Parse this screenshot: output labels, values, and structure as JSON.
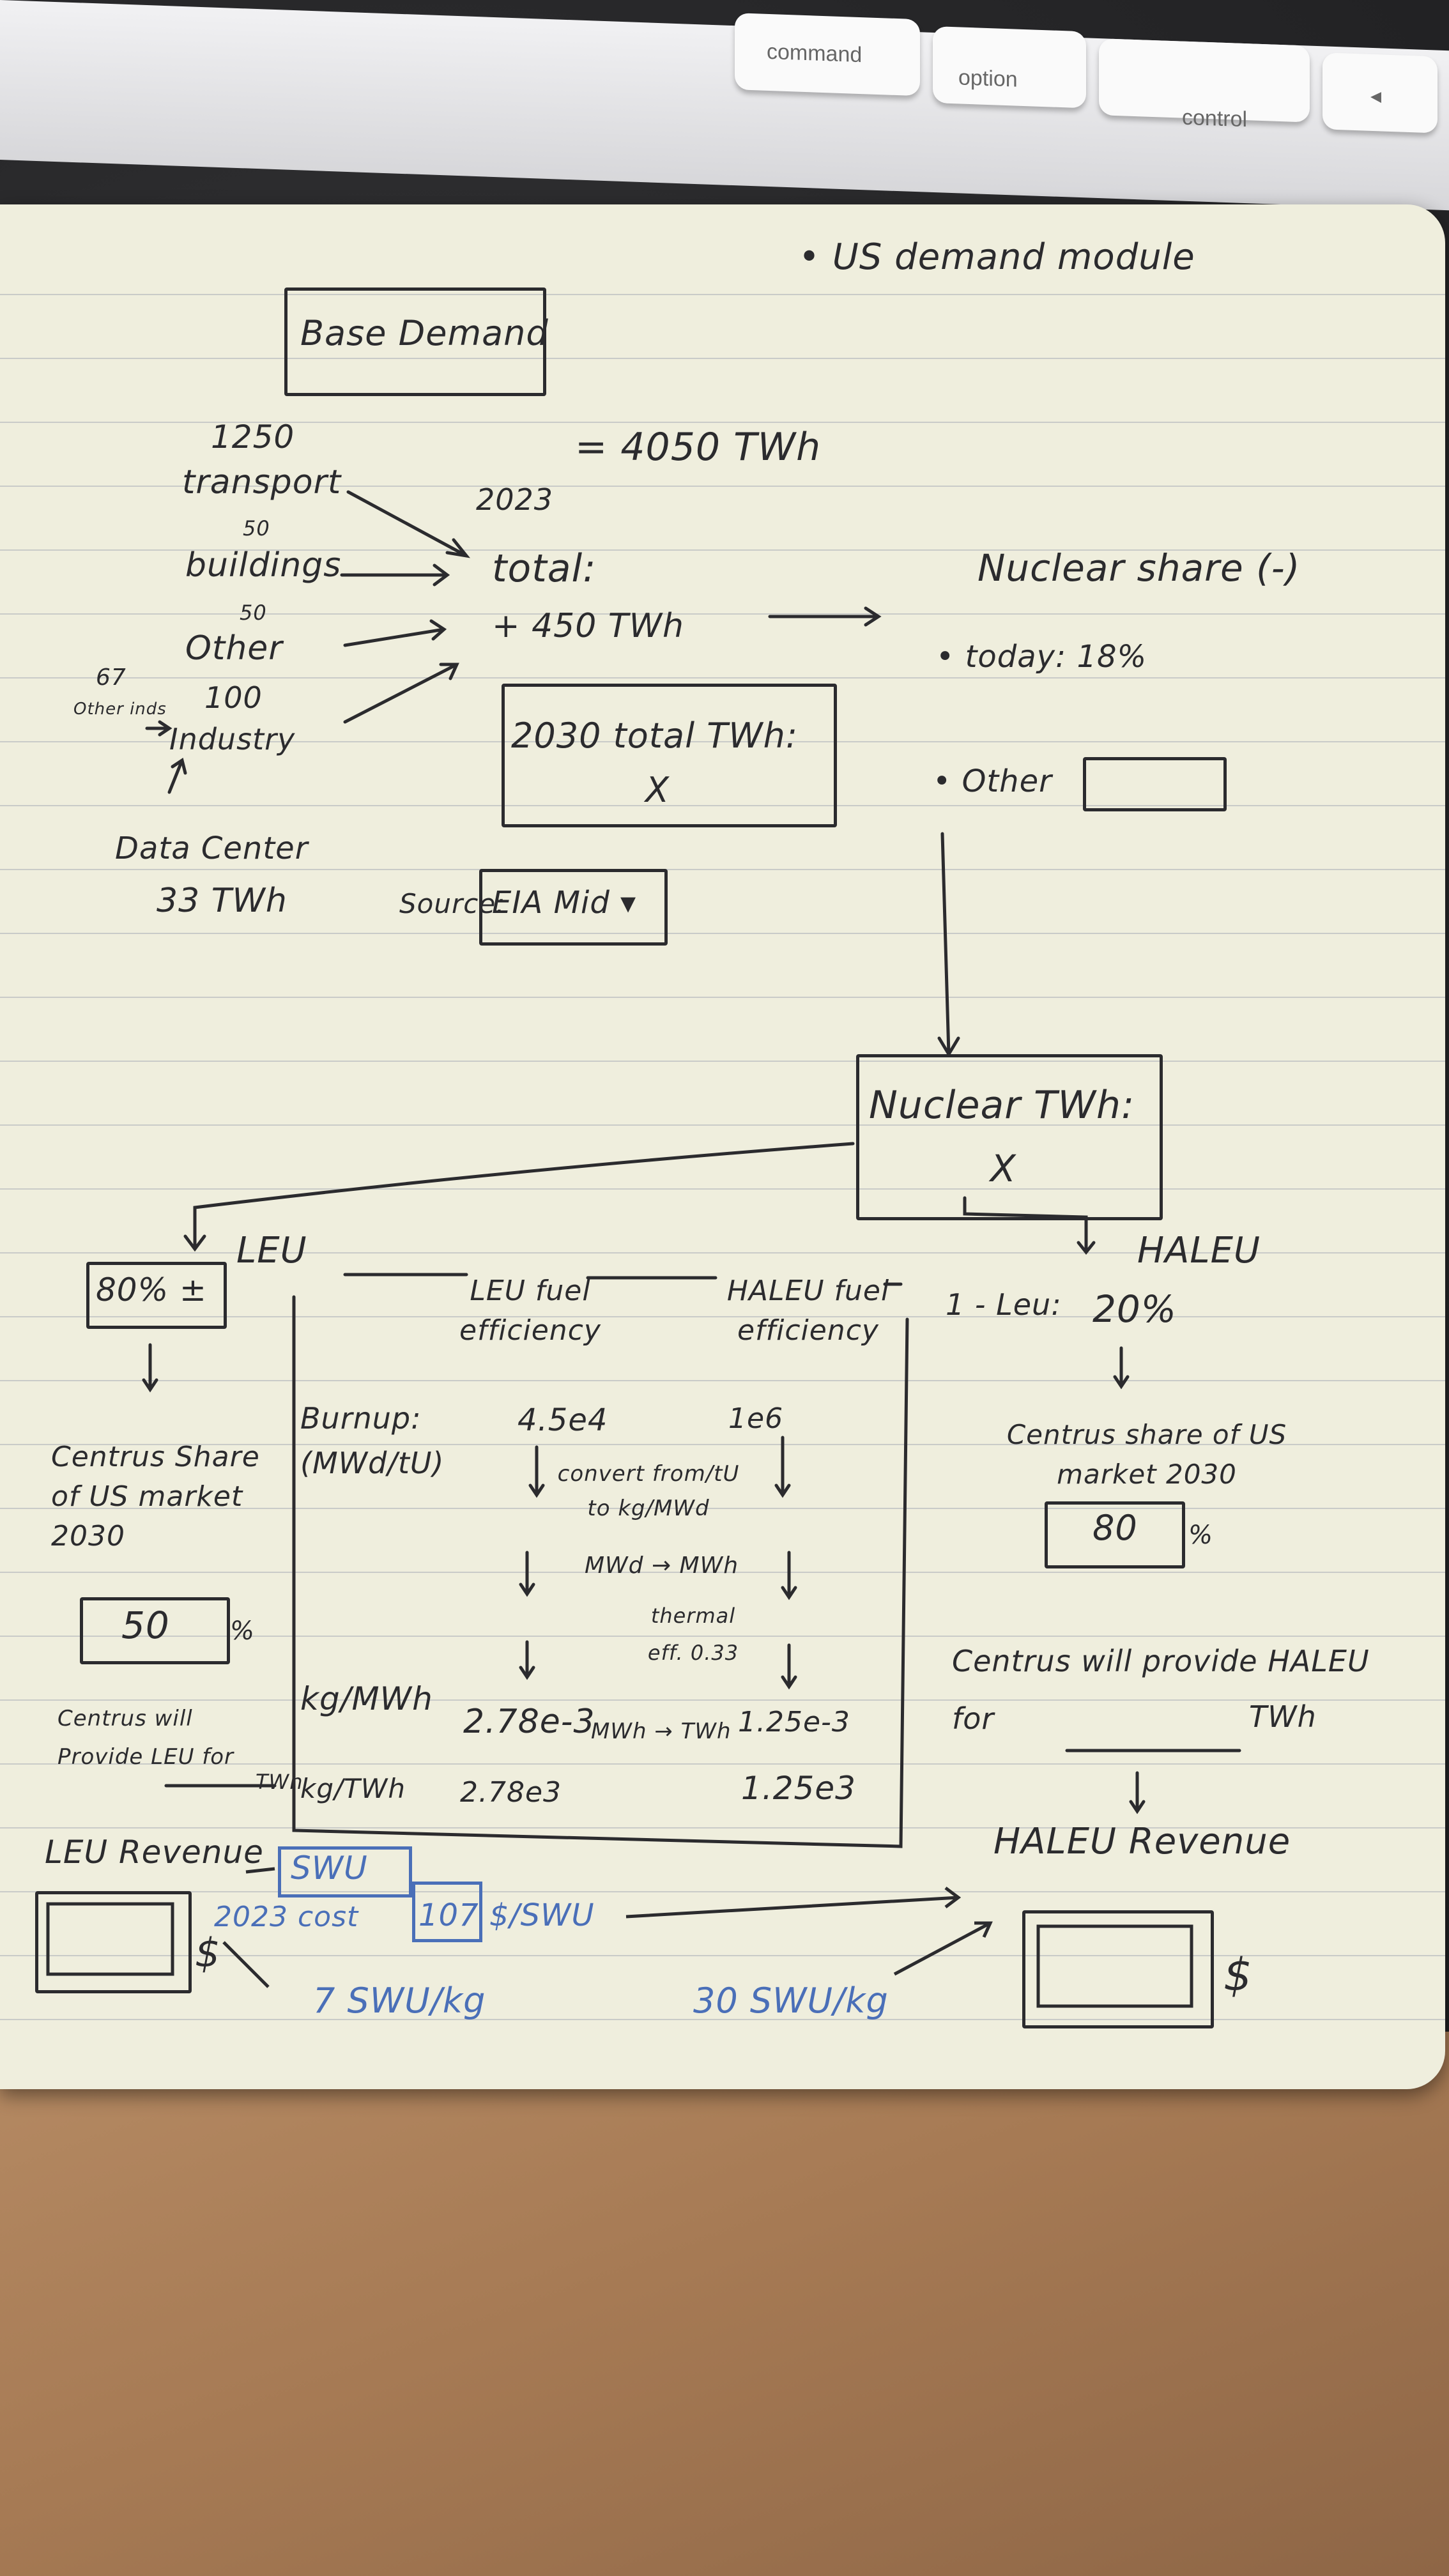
{
  "keyboard": {
    "keys": [
      "command",
      "option",
      "control",
      "◂"
    ]
  },
  "page": {
    "header": "• US demand module",
    "base_demand": "Base Demand",
    "demand_inputs": {
      "transport_value": "1250",
      "transport_label": "transport",
      "buildings_value": "50",
      "buildings_label": "buildings",
      "other_value": "50",
      "other_label": "Other",
      "industry_value": "100",
      "industry_label": "Industry",
      "other_inds_value": "67",
      "other_inds_label": "Other inds",
      "data_center_label": "Data Center",
      "data_center_value": "33 TWh"
    },
    "today": {
      "eq": "= 4050 TWh",
      "year": "2023"
    },
    "total": {
      "label": "total:",
      "delta": "+ 450 TWh"
    },
    "total_2030": {
      "label": "2030 total TWh:",
      "value": "X"
    },
    "source": {
      "label": "Source:",
      "value": "EIA Mid ▾"
    },
    "nuclear_share": {
      "title": "Nuclear share (-)",
      "today": "• today: 18%",
      "other": "• Other"
    },
    "nuclear_twh": {
      "label": "Nuclear TWh:",
      "value": "X"
    },
    "leu": {
      "title": "LEU",
      "share": "80% ±",
      "centrus_share": "Centrus Share of US market 2030",
      "centrus_value": "50",
      "pct": "%",
      "provide": "Centrus will Provide LEU for",
      "twh": "TWh",
      "revenue": "LEU Revenue",
      "swu_per_kg": "7 SWU/kg",
      "dollar": "$"
    },
    "haleu": {
      "title": "HALEU",
      "share_label": "1 - Leu:",
      "share_value": "20%",
      "centrus_share": "Centrus share of US market 2030",
      "centrus_value": "80",
      "pct": "%",
      "provide": "Centrus will provide HALEU for",
      "twh": "TWh",
      "revenue": "HALEU Revenue",
      "swu_per_kg": "30 SWU/kg",
      "dollar": "$"
    },
    "table": {
      "col_leu": "LEU fuel efficiency",
      "col_haleu": "HALEU fuel efficiency",
      "burnup_label": "Burnup: (MWd/tU)",
      "leu_burnup": "4.5e4",
      "haleu_burnup": "1e6",
      "step1": "convert from/tU to kg/MWd",
      "step2": "MWd → MWh",
      "step3": "thermal eff. 0.33",
      "kgmwh_label": "kg/MWh",
      "leu_kgmwh": "2.78e-3",
      "step4": "MWh → TWh",
      "haleu_kgmwh": "1.25e-3",
      "kgtwh_label": "kg/TWh",
      "leu_kgtwh": "2.78e3",
      "haleu_kgtwh": "1.25e3"
    },
    "swu": {
      "label": "SWU",
      "year_cost": "2023 cost",
      "price": "107 $/SWU"
    }
  }
}
